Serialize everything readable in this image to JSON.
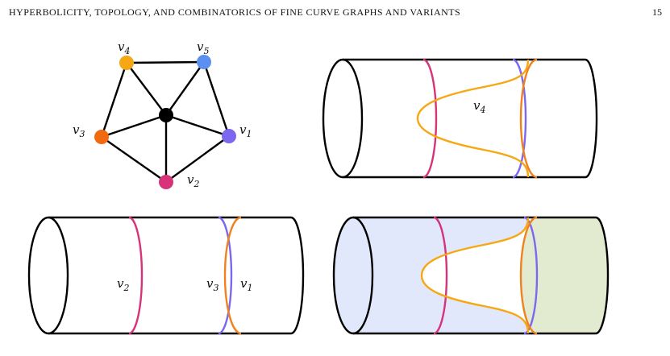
{
  "header": {
    "running_title": "HYPERBOLICITY, TOPOLOGY, AND COMBINATORICS OF FINE CURVE GRAPHS AND VARIANTS",
    "page_number": "15"
  },
  "colors": {
    "v1": "#7b68ee",
    "v2": "#d6337a",
    "v3": "#f26a10",
    "v4": "#f5a814",
    "v5": "#5b8ff0",
    "center": "#000000",
    "curve_v1": "#f0821e",
    "curve_v2": "#d6337a",
    "curve_v3": "#7b68ee",
    "curve_v4": "#f5a814",
    "region_left": "#e1e8fb",
    "region_right": "#e2ead0"
  },
  "graph": {
    "vertices": [
      {
        "id": "v1",
        "label": "v",
        "sub": "1"
      },
      {
        "id": "v2",
        "label": "v",
        "sub": "2"
      },
      {
        "id": "v3",
        "label": "v",
        "sub": "3"
      },
      {
        "id": "v4",
        "label": "v",
        "sub": "4"
      },
      {
        "id": "v5",
        "label": "v",
        "sub": "5"
      }
    ]
  },
  "cylinder_top_right": {
    "curve_label": "v",
    "curve_sub": "4"
  },
  "cylinder_bottom_left": {
    "labels": [
      {
        "label": "v",
        "sub": "2"
      },
      {
        "label": "v",
        "sub": "3"
      },
      {
        "label": "v",
        "sub": "1"
      }
    ]
  }
}
